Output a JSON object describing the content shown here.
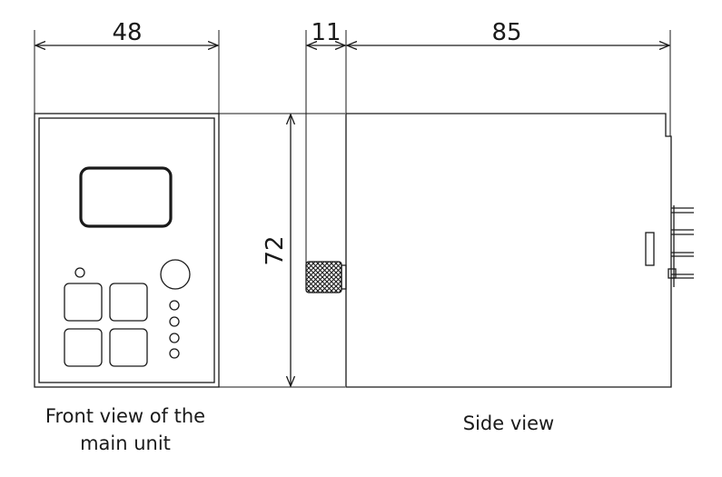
{
  "dimensions": {
    "front_width": "48",
    "knob_depth": "11",
    "side_depth": "85",
    "height": "72"
  },
  "captions": {
    "front_line1": "Front view of the",
    "front_line2": "main unit",
    "side": "Side view"
  }
}
